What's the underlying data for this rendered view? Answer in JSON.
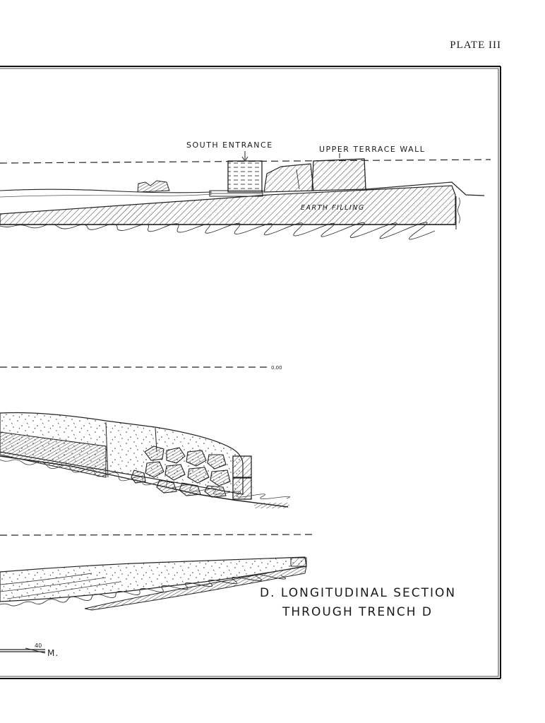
{
  "plate": {
    "label": "PLATE III"
  },
  "section_upper": {
    "south_entrance_label": "SOUTH ENTRANCE",
    "upper_terrace_wall_label": "UPPER TERRACE WALL",
    "earth_filling_label": "EARTH FILLING"
  },
  "datum": {
    "label": "0.00"
  },
  "section_d": {
    "title_line1": "D. LONGITUDINAL SECTION",
    "title_line2": "THROUGH TRENCH D"
  },
  "scale": {
    "value": "40",
    "unit": "M."
  }
}
